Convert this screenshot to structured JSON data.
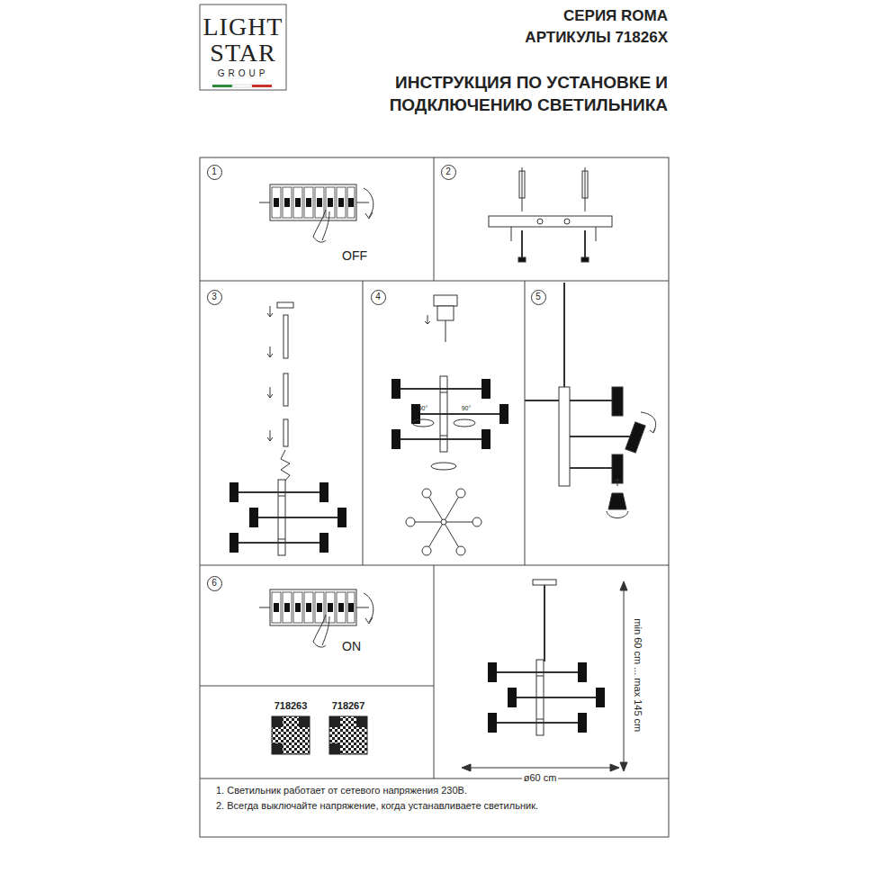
{
  "diagram": {
    "title": "ИНСТРУКЦИЯ ПО УСТАНОВКЕ И ПОДКЛЮЧЕНИЮ СВЕТИЛЬНИКА",
    "nodes": [
      {
        "text": [
          "1"
        ]
      },
      {
        "text": [
          "2"
        ]
      },
      {
        "text": [
          "3"
        ]
      },
      {
        "text": [
          "4"
        ]
      },
      {
        "text": [
          "5"
        ]
      },
      {
        "text": [
          "6"
        ]
      }
    ],
    "labels": [
      "LIGHT",
      "STAR",
      "GROUP",
      "СЕРИЯ ROMA",
      "АРТИКУЛЫ 71826X",
      "OFF",
      "90°",
      "90°",
      "ON",
      "718263",
      "718267",
      "min 60 cm ... max 145 cm",
      "ø60 cm",
      "1. Светильник работает от сетевого напряжения 230В.",
      "2. Всегда выключайте напряжение, когда устанавливаете светильник."
    ]
  }
}
